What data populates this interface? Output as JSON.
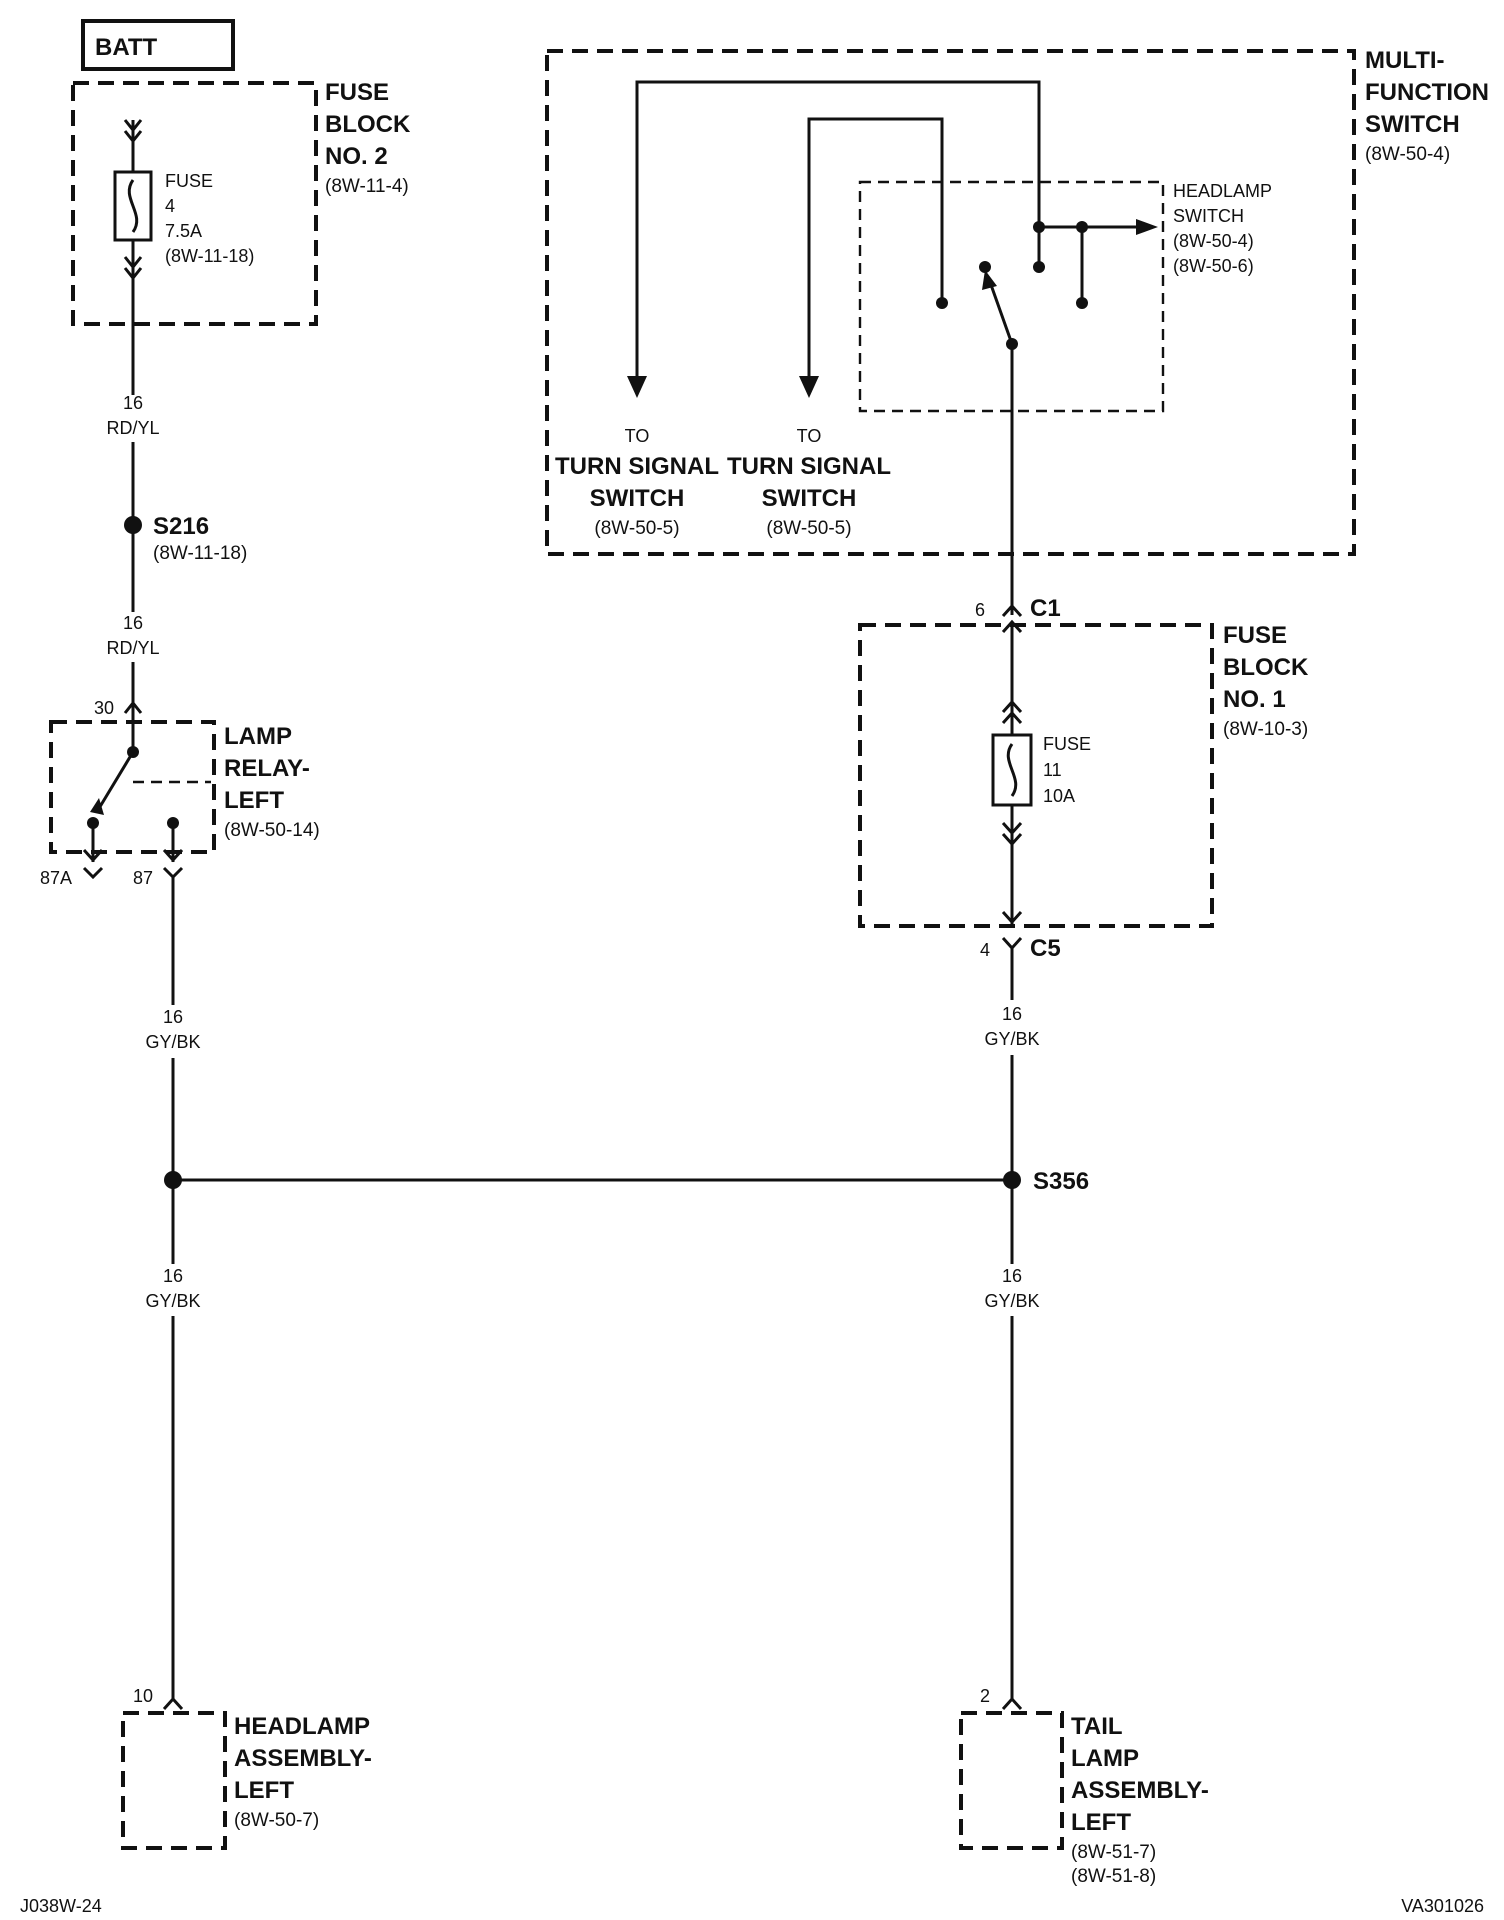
{
  "batt": "BATT",
  "fuse_block_2": {
    "title": [
      "FUSE",
      "BLOCK",
      "NO. 2"
    ],
    "ref": "(8W-11-4)",
    "fuse": [
      "FUSE",
      "4",
      "7.5A",
      "(8W-11-18)"
    ]
  },
  "wire_top": {
    "gauge": "16",
    "color": "RD/YL"
  },
  "splice_s216": {
    "label": "S216",
    "ref": "(8W-11-18)"
  },
  "wire_relay_in": {
    "gauge": "16",
    "color": "RD/YL"
  },
  "lamp_relay": {
    "title": [
      "LAMP",
      "RELAY-",
      "LEFT"
    ],
    "ref": "(8W-50-14)",
    "pin_in": "30",
    "pin_87a": "87A",
    "pin_87": "87"
  },
  "wire_relay_out": {
    "gauge": "16",
    "color": "GY/BK"
  },
  "multifunction_switch": {
    "title": [
      "MULTI-",
      "FUNCTION",
      "SWITCH"
    ],
    "ref": "(8W-50-4)"
  },
  "headlamp_switch": {
    "title": [
      "HEADLAMP",
      "SWITCH"
    ],
    "refs": [
      "(8W-50-4)",
      "(8W-50-6)"
    ]
  },
  "turn_signal_1": {
    "to": "TO",
    "name": [
      "TURN SIGNAL",
      "SWITCH"
    ],
    "ref": "(8W-50-5)"
  },
  "turn_signal_2": {
    "to": "TO",
    "name": [
      "TURN SIGNAL",
      "SWITCH"
    ],
    "ref": "(8W-50-5)"
  },
  "connector_c1": {
    "pin": "6",
    "label": "C1"
  },
  "fuse_block_1": {
    "title": [
      "FUSE",
      "BLOCK",
      "NO. 1"
    ],
    "ref": "(8W-10-3)",
    "fuse": [
      "FUSE",
      "11",
      "10A"
    ]
  },
  "connector_c5": {
    "pin": "4",
    "label": "C5"
  },
  "wire_fb1_out": {
    "gauge": "16",
    "color": "GY/BK"
  },
  "splice_s356": {
    "label": "S356"
  },
  "wire_headlamp": {
    "gauge": "16",
    "color": "GY/BK"
  },
  "wire_taillamp": {
    "gauge": "16",
    "color": "GY/BK"
  },
  "headlamp_assembly": {
    "pin": "10",
    "title": [
      "HEADLAMP",
      "ASSEMBLY-",
      "LEFT"
    ],
    "ref": "(8W-50-7)"
  },
  "tail_lamp_assembly": {
    "pin": "2",
    "title": [
      "TAIL",
      "LAMP",
      "ASSEMBLY-",
      "LEFT"
    ],
    "refs": [
      "(8W-51-7)",
      "(8W-51-8)"
    ]
  },
  "footer": {
    "left": "J038W-24",
    "right": "VA301026"
  }
}
